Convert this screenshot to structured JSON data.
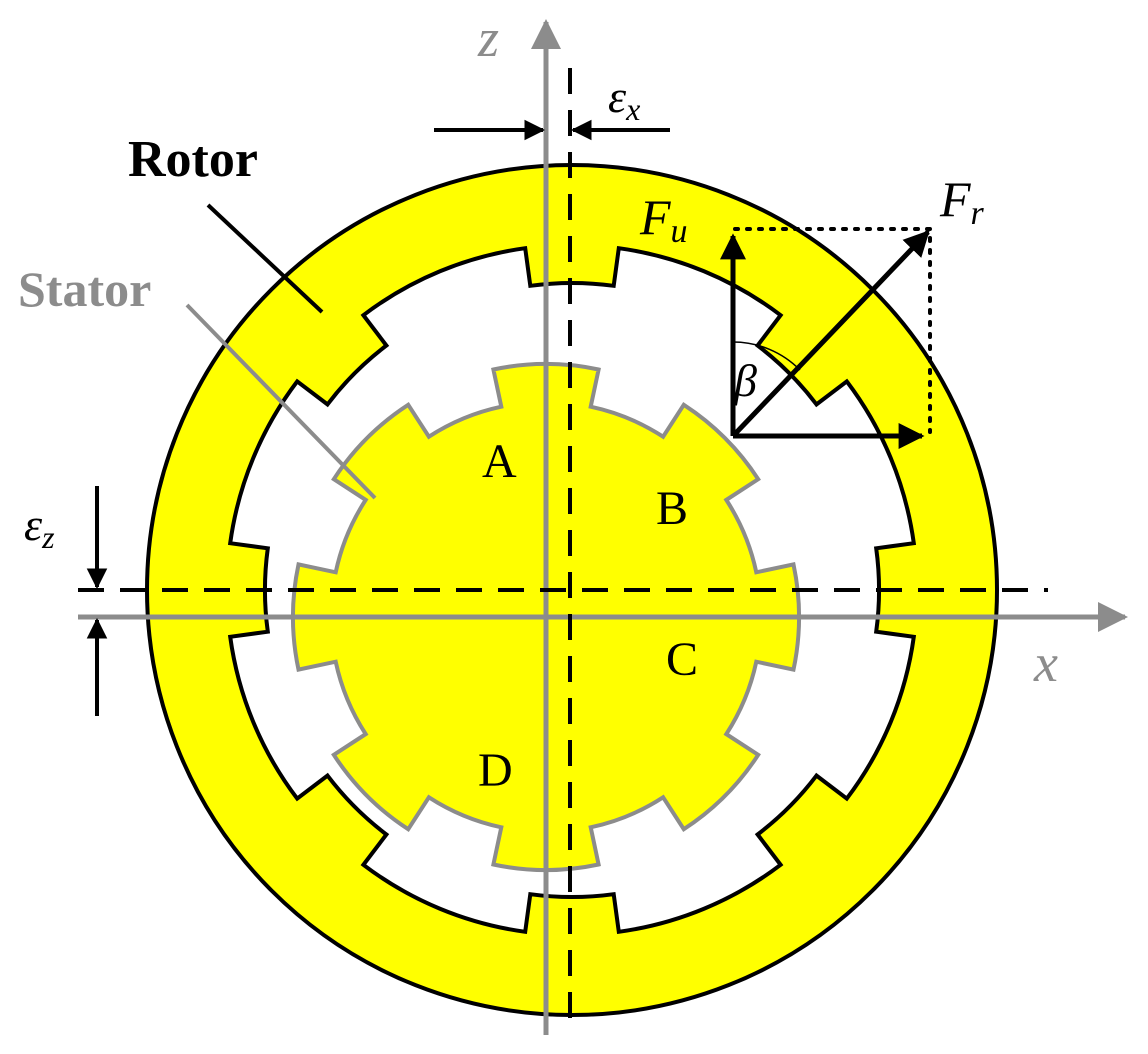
{
  "colors": {
    "yellow": "#FFFF00",
    "black": "#000000",
    "gray": "#8C8C8C",
    "white": "#FFFFFF"
  },
  "labels": {
    "rotor": "Rotor",
    "stator": "Stator",
    "pole_a": "A",
    "pole_b": "B",
    "pole_c": "C",
    "pole_d": "D",
    "axis_x": "x",
    "axis_z": "z",
    "eps_x_main": "ε",
    "eps_x_sub": "x",
    "eps_z_main": "ε",
    "eps_z_sub": "z",
    "fu_main": "F",
    "fu_sub": "u",
    "fr_main": "F",
    "fr_sub": "r",
    "beta": "β"
  }
}
